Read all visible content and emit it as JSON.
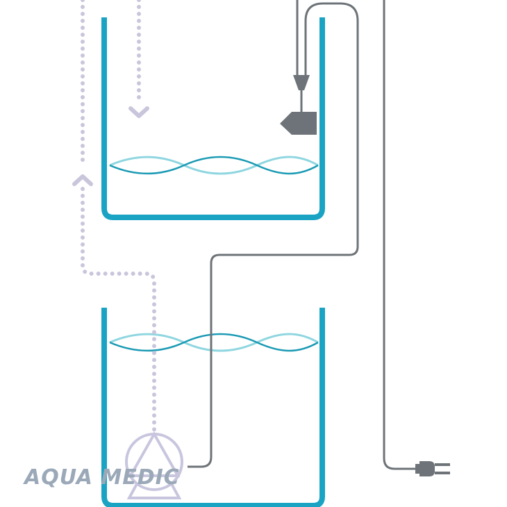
{
  "diagram": {
    "logo_text": "AQUA MEDIC",
    "colors": {
      "tank": "#1ba3c4",
      "water_light": "#8fd6e0",
      "water_dark": "#1a9ab4",
      "flow_path": "#c9c6dc",
      "cable": "#6d7378",
      "pump": "#c8c6de",
      "logo": "#9aa8b8"
    },
    "icons": [
      "upper-tank",
      "lower-tank",
      "return-flow-arrow-down",
      "supply-flow-arrow-up",
      "level-sensor",
      "pump-icon",
      "power-plug-icon"
    ]
  }
}
